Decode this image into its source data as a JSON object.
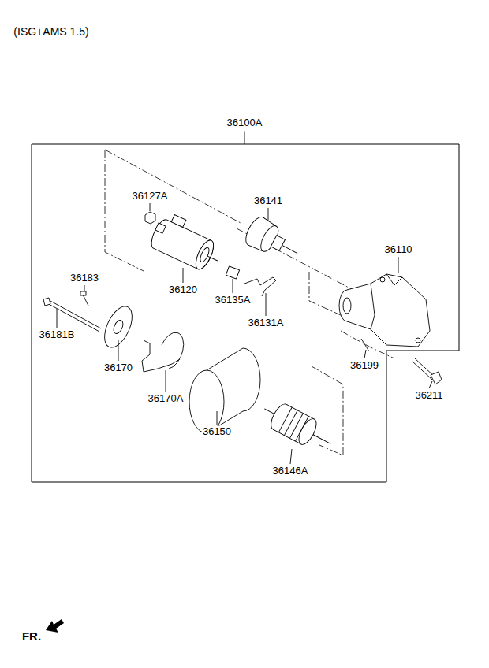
{
  "diagram": {
    "title": "(ISG+AMS 1.5)",
    "nodes": [
      {
        "text": [
          "36100A"
        ]
      }
    ],
    "labels": [
      "36127A",
      "36141",
      "36110",
      "36120",
      "36135A",
      "36131A",
      "36183",
      "36181B",
      "36170",
      "36199",
      "36211",
      "36170A",
      "36150",
      "36146A",
      "FR."
    ]
  }
}
